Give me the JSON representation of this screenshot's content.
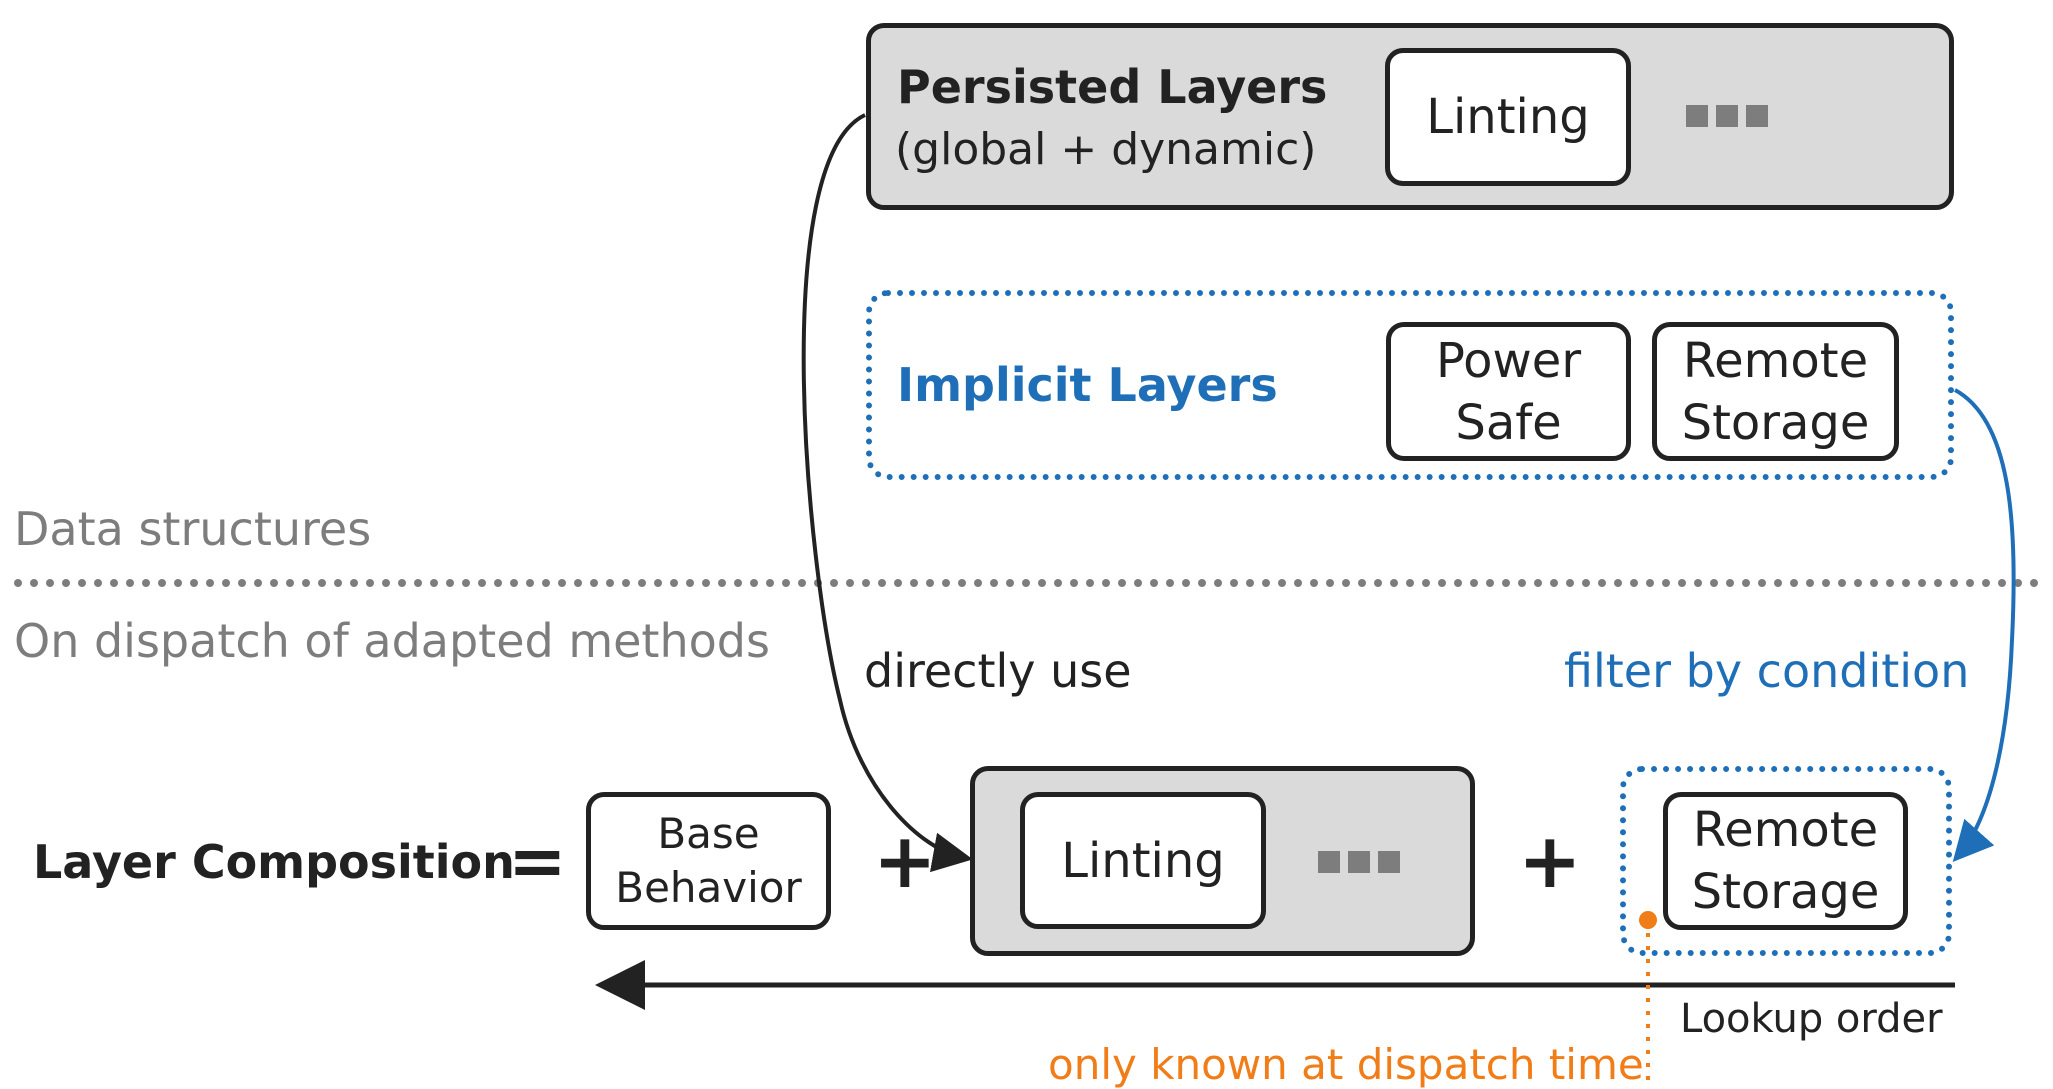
{
  "persisted": {
    "title": "Persisted Layers",
    "subtitle": "(global + dynamic)",
    "item": "Linting"
  },
  "implicit": {
    "title": "Implicit Layers",
    "items": [
      "Power",
      "Safe",
      "Remote",
      "Storage"
    ]
  },
  "sections": {
    "top": "Data structures",
    "bottom": "On dispatch of adapted methods"
  },
  "arrows": {
    "directly_use": "directly use",
    "filter": "filter by condition"
  },
  "composition": {
    "label": "Layer Composition",
    "equals": "=",
    "plus": "+",
    "base_lines": [
      "Base",
      "Behavior"
    ],
    "linting": "Linting",
    "remote_lines": [
      "Remote",
      "Storage"
    ]
  },
  "lookup": "Lookup order",
  "dispatch_note": "only known at dispatch time",
  "colors": {
    "dark": "#222222",
    "blue": "#1f6fb8",
    "orange": "#f07d17",
    "grey_text": "#7d7d7d",
    "box_fill": "#dadada"
  }
}
